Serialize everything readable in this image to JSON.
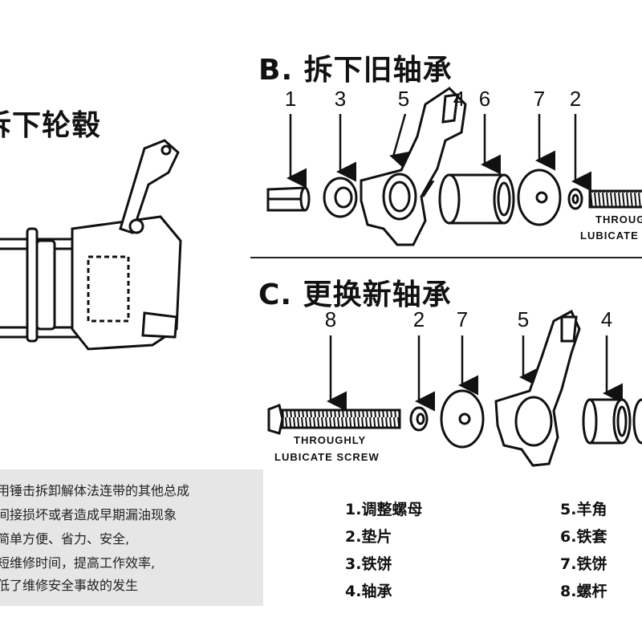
{
  "section_a": {
    "title": "拆下轮毂"
  },
  "section_b": {
    "title": "B. 拆下旧轴承",
    "callouts": [
      "1",
      "3",
      "5",
      "4",
      "6",
      "7",
      "2"
    ],
    "caption_line1": "THROUGHLY",
    "caption_line2": "LUBICATE"
  },
  "section_c": {
    "title": "C. 更换新轴承",
    "callouts": [
      "8",
      "2",
      "7",
      "5",
      "4"
    ],
    "caption_line1": "THROUGHLY",
    "caption_line2": "LUBICATE SCREW"
  },
  "notes": [
    "用锤击拆卸解体法连带的其他总成",
    "间接损坏或者造成早期漏油现象",
    "简单方便、省力、安全,",
    "短维修时间，提高工作效率,",
    "低了维修安全事故的发生"
  ],
  "legend": [
    "1.调整螺母",
    "2.垫片",
    "3.铁饼",
    "4.轴承",
    "5.羊角",
    "6.铁套",
    "7.铁饼",
    "8.螺杆"
  ],
  "colors": {
    "ink": "#111111",
    "note_bg": "#e6e6e6"
  }
}
